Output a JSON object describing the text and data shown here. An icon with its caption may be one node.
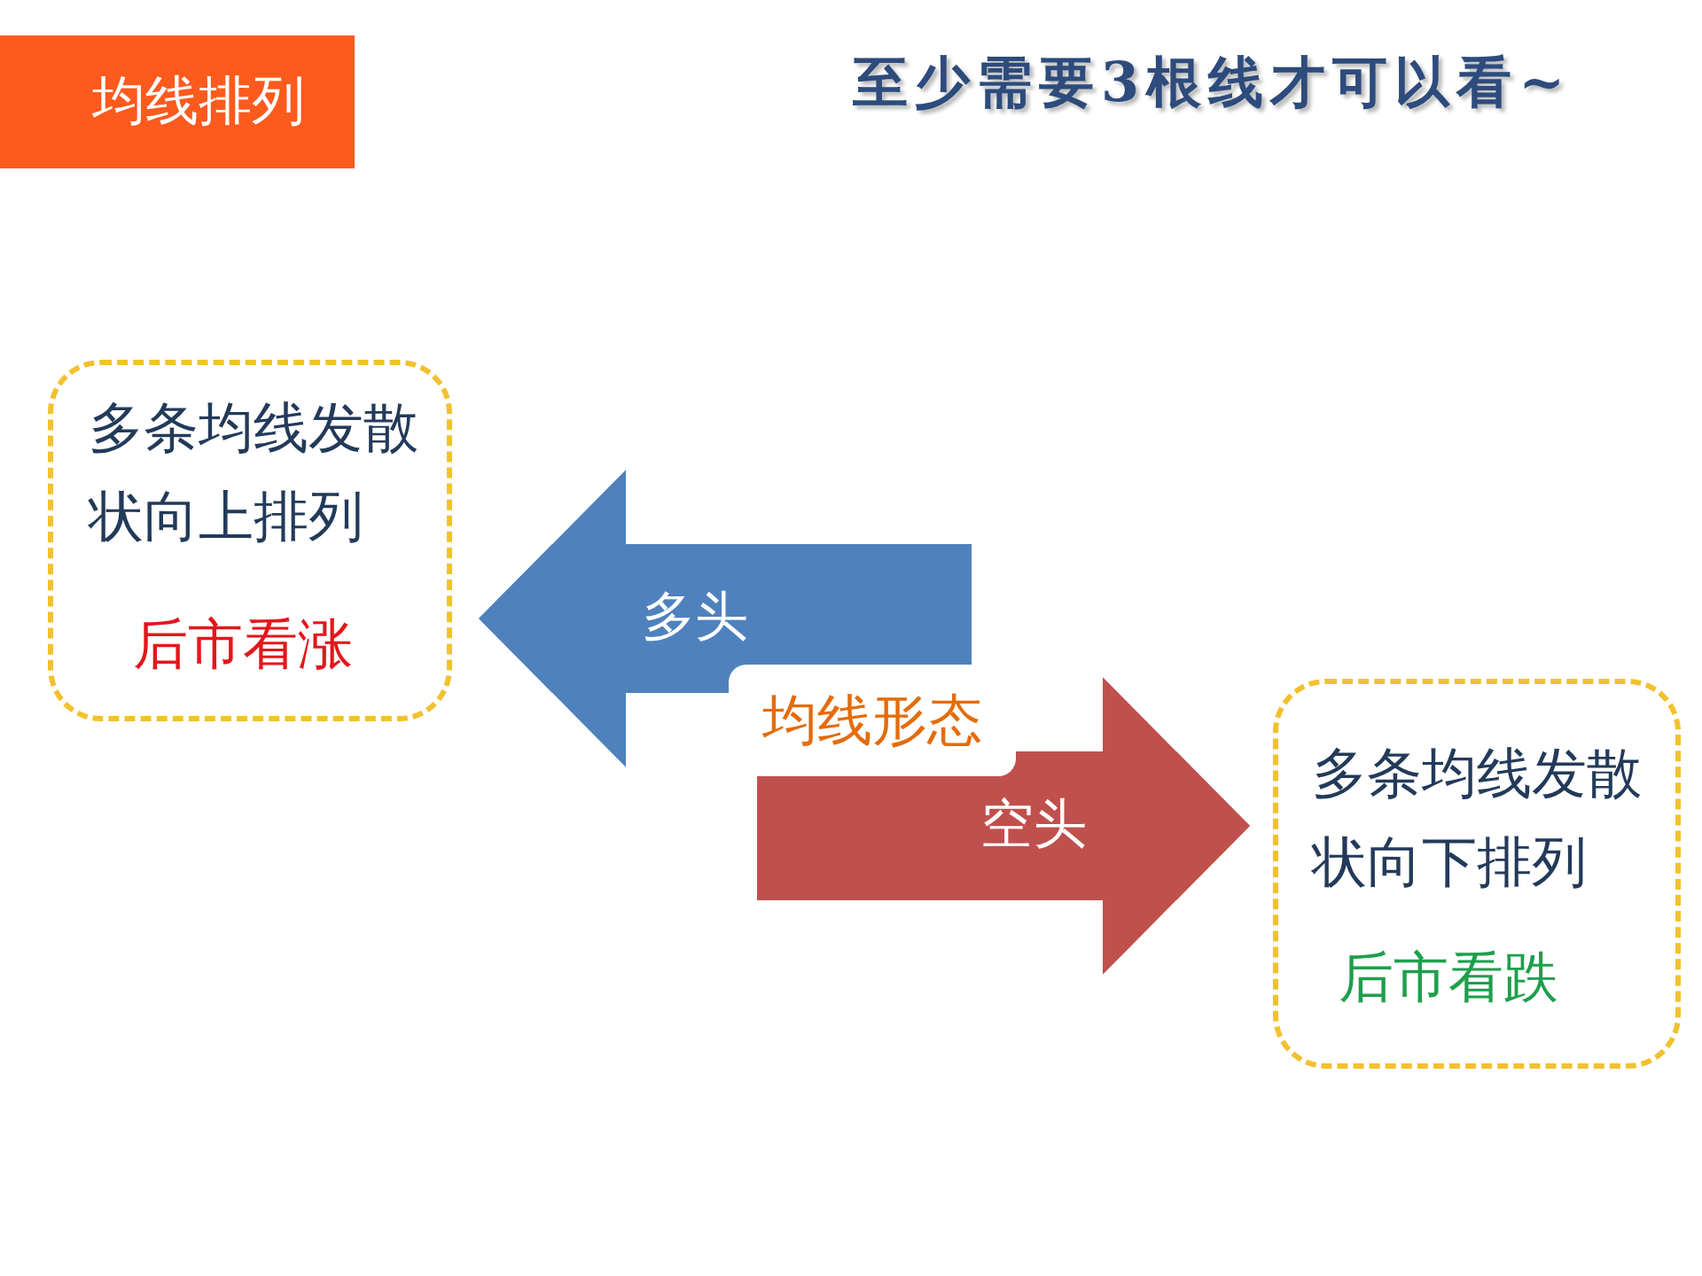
{
  "diagram": {
    "title": "均线排列",
    "nodes": [
      {
        "text": [
          "多条均线发散状向上排列",
          "后市看涨"
        ]
      },
      {
        "text": [
          "均线形态"
        ]
      },
      {
        "text": [
          "多条均线发散状向下排列",
          "后市看跌"
        ]
      }
    ],
    "edges": [
      {
        "from": 1,
        "to": 0,
        "arrow": "to",
        "label": "多头",
        "color": "#4f81bd"
      },
      {
        "from": 1,
        "to": 2,
        "arrow": "to",
        "label": "空头",
        "color": "#c0504d"
      }
    ],
    "labels": [
      "至少需要3根线才可以看~"
    ]
  }
}
